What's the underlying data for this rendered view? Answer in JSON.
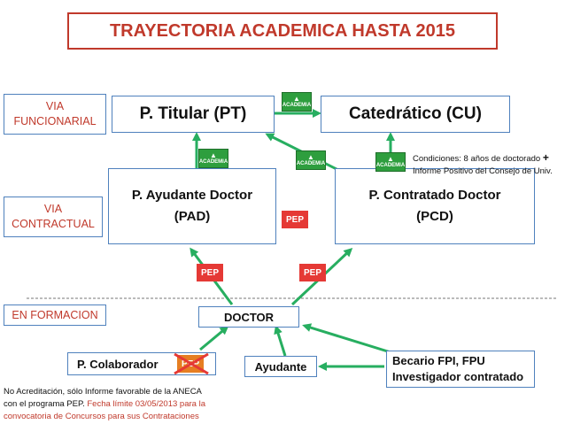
{
  "title": "TRAYECTORIA ACADEMICA HASTA 2015",
  "side_labels": {
    "funcional": [
      "VIA",
      "FUNCIONARIAL"
    ],
    "contractual": [
      "VIA",
      "CONTRACTUAL"
    ],
    "formacion": "EN FORMACION"
  },
  "nodes": {
    "titular": "P.  Titular (PT)",
    "catedratico": "Catedrático  (CU)",
    "pad": [
      "P. Ayudante Doctor",
      "(PAD)"
    ],
    "pcd": [
      "P. Contratado Doctor",
      "(PCD)"
    ],
    "doctor": "DOCTOR",
    "colaborador": "P. Colaborador",
    "ayudante": "Ayudante",
    "becario": [
      "Becario FPI, FPU",
      "Investigador contratado"
    ]
  },
  "badges": {
    "aneca": [
      "ACADEMIA",
      "ACADEMIA",
      "ACADEMIA",
      "ACADEMIA"
    ],
    "pep": [
      "PEP",
      "PEP",
      "PEP",
      "PEP"
    ]
  },
  "conditions": [
    "Condiciones: 8 años de doctorado",
    "+",
    "Informe Positivo del Consejo de Univ."
  ],
  "footnote": {
    "black": [
      "No Acreditación, sólo Informe  favorable de la ANECA",
      "con el programa PEP. "
    ],
    "red": [
      "Fecha límite  03/05/2013 para la",
      "convocatoria  de Concursos para sus Contrataciones"
    ]
  },
  "colors": {
    "title_red": "#c0392b",
    "arrow_green": "#27ae60",
    "box_blue": "#4f81bd",
    "logo_green": "#2e9e3e",
    "pep_red": "#e53935"
  }
}
